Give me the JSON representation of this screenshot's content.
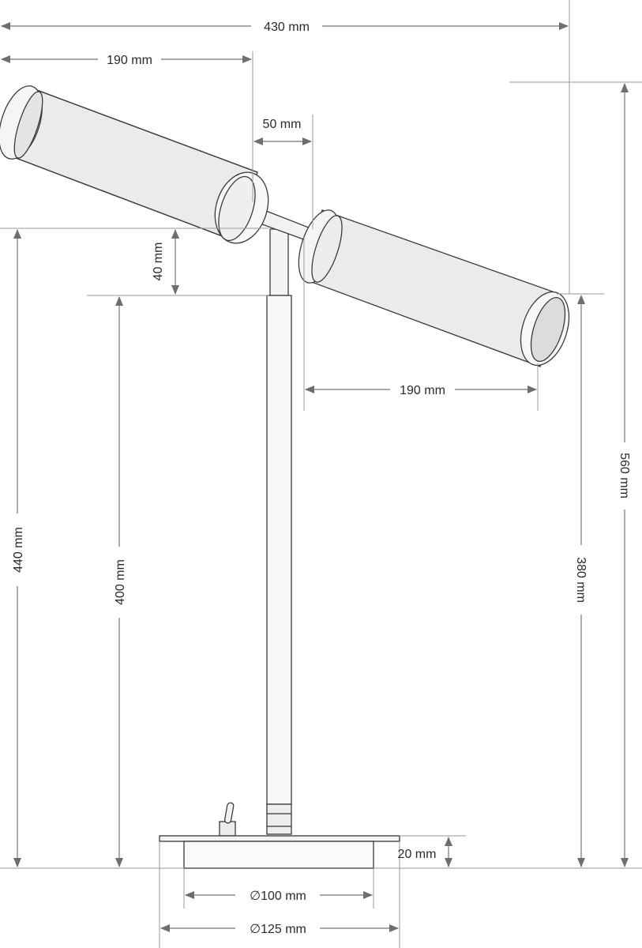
{
  "dimensions": {
    "overall_width": "430 mm",
    "left_shade_length": "190 mm",
    "arm_offset": "50 mm",
    "right_shade_length": "190 mm",
    "arm_drop": "40 mm",
    "height_to_arm": "440 mm",
    "pole_height": "400 mm",
    "overall_height": "560 mm",
    "right_shade_low_height": "380 mm",
    "base_thickness": "20 mm",
    "base_inner_diameter": "∅100 mm",
    "base_outer_diameter": "∅125 mm"
  },
  "colors": {
    "shade_fill": "#ebebeb",
    "lines": "#3a3a3a",
    "dimension_lines": "#8a8a8a"
  }
}
